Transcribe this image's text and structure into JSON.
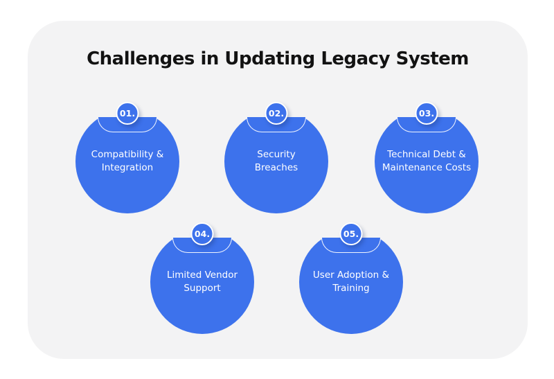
{
  "title": "Challenges in Updating Legacy System",
  "colors": {
    "circle_blue": "#3d72ec",
    "card_background": "#f3f3f4",
    "title_color": "#121212",
    "label_color": "#ffffff",
    "notch_outline": "#ffffff"
  },
  "items": [
    {
      "number": "01.",
      "label": "Compatibility & Integration",
      "line1": "Compatibility &",
      "line2": "Integration"
    },
    {
      "number": "02.",
      "label": "Security Breaches",
      "line1": "Security",
      "line2": "Breaches"
    },
    {
      "number": "03.",
      "label": "Technical Debt & Maintenance Costs",
      "line1": "Technical Debt &",
      "line2": "Maintenance Costs"
    },
    {
      "number": "04.",
      "label": "Limited Vendor Support",
      "line1": "Limited Vendor",
      "line2": "Support"
    },
    {
      "number": "05.",
      "label": "User Adoption & Training",
      "line1": "User Adoption &",
      "line2": "Training"
    }
  ]
}
